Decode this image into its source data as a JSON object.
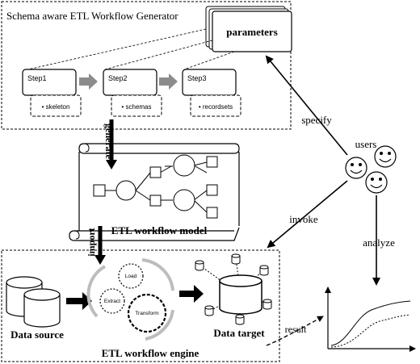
{
  "generator": {
    "title": "Schema aware ETL Workflow Generator",
    "parameters": "parameters",
    "steps": [
      {
        "label": "Step1",
        "output": "• skeleton"
      },
      {
        "label": "Step2",
        "output": "• schemas"
      },
      {
        "label": "Step3",
        "output": "• recordsets"
      }
    ]
  },
  "model": {
    "label": "ETL workflow model",
    "generate": "generate",
    "import": "import"
  },
  "engine": {
    "title": "ETL workflow engine",
    "data_source": "Data source",
    "data_target": "Data target",
    "gears": [
      "Load",
      "Extract",
      "Transform"
    ]
  },
  "users": {
    "label": "users",
    "specify": "specify",
    "invoke": "invoke",
    "analyze": "analyze",
    "result": "result"
  },
  "colors": {
    "ink": "#000000",
    "gray_arrow": "#8c8c8c",
    "gear_swoosh": "#bdbdbd"
  }
}
